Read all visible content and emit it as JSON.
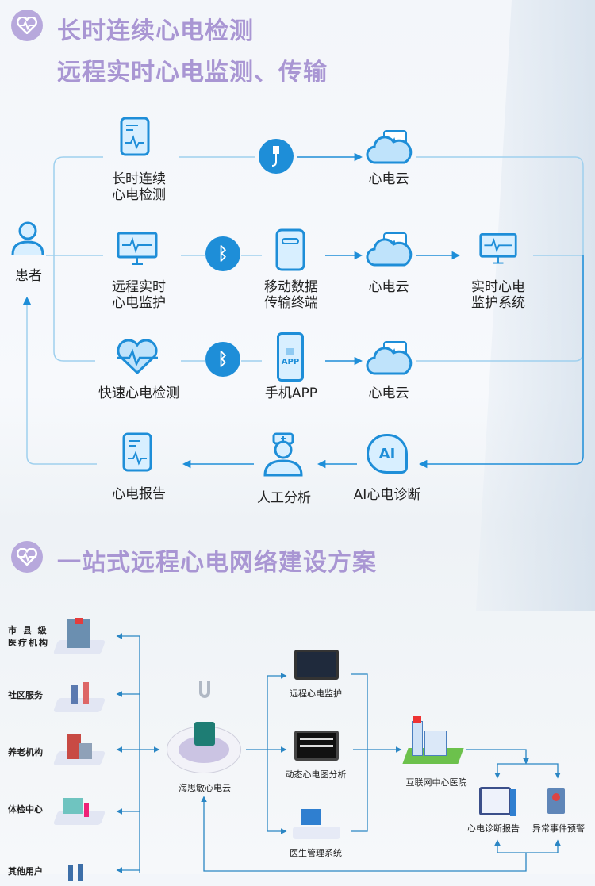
{
  "section1": {
    "title_line1": "长时连续心电检测",
    "title_line2": "远程实时心电监测、传输"
  },
  "flow": {
    "patient": "患者",
    "row1": {
      "device_l1": "长时连续",
      "device_l2": "心电检测",
      "cloud": "心电云"
    },
    "row2": {
      "device_l1": "远程实时",
      "device_l2": "心电监护",
      "terminal_l1": "移动数据",
      "terminal_l2": "传输终端",
      "cloud": "心电云",
      "system_l1": "实时心电",
      "system_l2": "监护系统"
    },
    "row3": {
      "device": "快速心电检测",
      "app": "手机APP",
      "app_icon_text": "APP",
      "cloud": "心电云"
    },
    "row4": {
      "report": "心电报告",
      "manual": "人工分析",
      "ai": "AI心电诊断",
      "ai_icon_text": "AI"
    }
  },
  "section2": {
    "title": "一站式远程心电网络建设方案"
  },
  "network": {
    "clients": [
      "市 县 级",
      "医疗机构",
      "社区服务",
      "养老机构",
      "体检中心",
      "其他用户"
    ],
    "cloud": "海思敏心电云",
    "services": [
      "远程心电监护",
      "动态心电图分析",
      "医生管理系统"
    ],
    "hospital": "互联网中心医院",
    "outputs": [
      "心电诊断报告",
      "异常事件预警"
    ]
  },
  "colors": {
    "accent": "#1e8ed8",
    "title": "#a996d3",
    "line": "#9fd0ee"
  }
}
